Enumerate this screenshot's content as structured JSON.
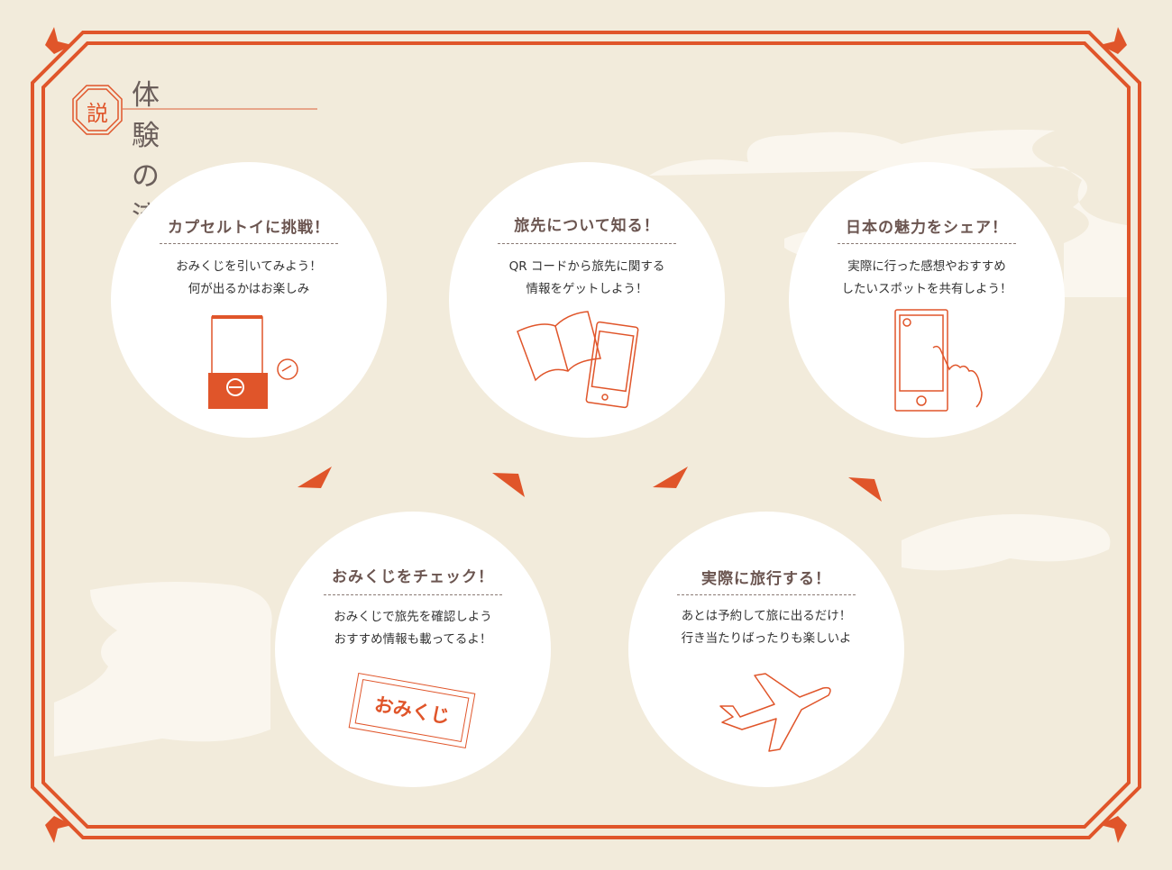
{
  "header": {
    "badge": "説",
    "title": "体験の流れ"
  },
  "steps": [
    {
      "title": "カプセルトイに挑戦！",
      "lines": [
        "おみくじを引いてみよう！",
        "何が出るかはお楽しみ"
      ],
      "icon": "capsule-toy-machine-icon"
    },
    {
      "title": "旅先について知る！",
      "lines": [
        "QR コードから旅先に関する",
        "情報をゲットしよう！"
      ],
      "icon": "guidebook-phone-icon"
    },
    {
      "title": "日本の魅力をシェア！",
      "lines": [
        "実際に行った感想やおすすめ",
        "したいスポットを共有しよう！"
      ],
      "icon": "smartphone-tap-icon"
    },
    {
      "title": "おみくじをチェック！",
      "lines": [
        "おみくじで旅先を確認しよう",
        "おすすめ情報も載ってるよ！"
      ],
      "icon": "omikuji-paper-icon",
      "stamp": "おみくじ"
    },
    {
      "title": "実際に旅行する！",
      "lines": [
        "あとは予約して旅に出るだけ！",
        "行き当たりばったりも楽しいよ"
      ],
      "icon": "airplane-icon"
    }
  ],
  "colors": {
    "accent": "#e0552a",
    "background": "#f2ebdb",
    "text": "#6b5550"
  }
}
